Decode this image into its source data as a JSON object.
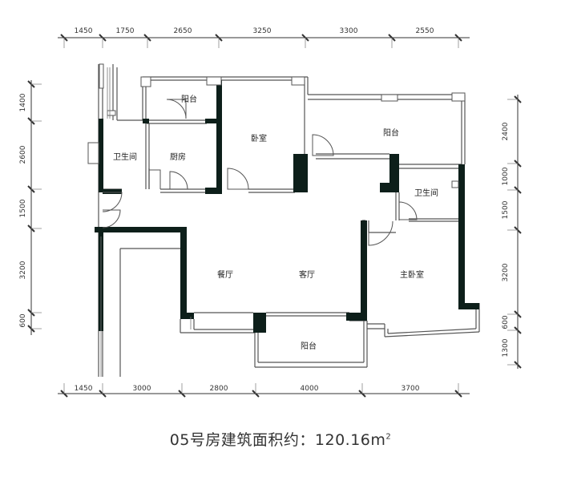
{
  "dimensions": {
    "top": [
      "1450",
      "1750",
      "2650",
      "3250",
      "3300",
      "2550"
    ],
    "bottom": [
      "1450",
      "3000",
      "2800",
      "4000",
      "3700"
    ],
    "left": [
      "1400",
      "2600",
      "1500",
      "3200",
      "600"
    ],
    "right": [
      "2400",
      "1000",
      "1500",
      "3200",
      "600",
      "1300"
    ]
  },
  "rooms": {
    "balcony_top": "阳台",
    "bathroom_left": "卫生间",
    "kitchen": "厨房",
    "bedroom": "卧室",
    "balcony_right": "阳台",
    "bathroom_right": "卫生间",
    "dining": "餐厅",
    "living": "客厅",
    "master_bedroom": "主卧室",
    "balcony_bottom": "阳台"
  },
  "caption": {
    "text": "05号房建筑面积约：120.16m",
    "superscript": "2"
  }
}
